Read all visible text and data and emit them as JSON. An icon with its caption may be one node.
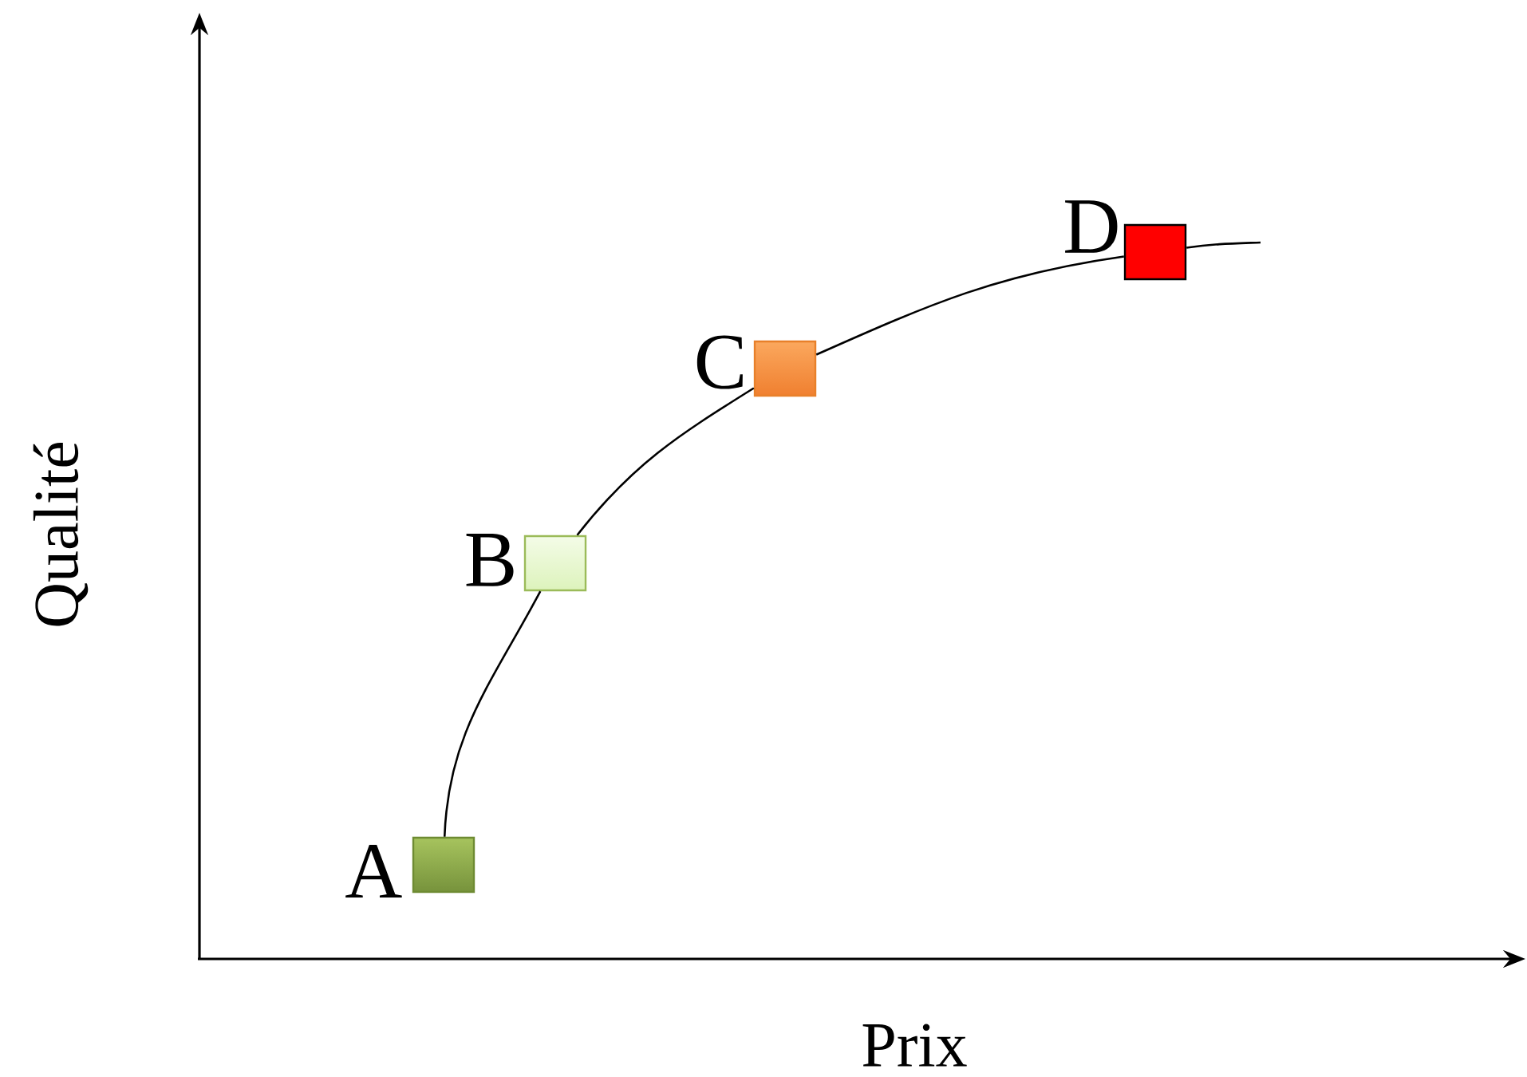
{
  "diagram": {
    "nodes": [
      {
        "text": [],
        "shape": "box",
        "beside": [
          "A"
        ]
      },
      {
        "text": [],
        "shape": "box",
        "beside": [
          "B"
        ]
      },
      {
        "text": [],
        "shape": "box",
        "beside": [
          "C"
        ]
      },
      {
        "text": [],
        "shape": "box",
        "beside": [
          "D"
        ]
      }
    ],
    "edges": [
      {
        "from": 0,
        "to": 1,
        "arrow": "none"
      },
      {
        "from": 1,
        "to": 2,
        "arrow": "none"
      },
      {
        "from": 2,
        "to": 3,
        "arrow": "none"
      },
      {
        "from": 3,
        "to": null,
        "arrow": "none"
      }
    ],
    "labels": [
      "Qualité",
      "Prix"
    ]
  }
}
